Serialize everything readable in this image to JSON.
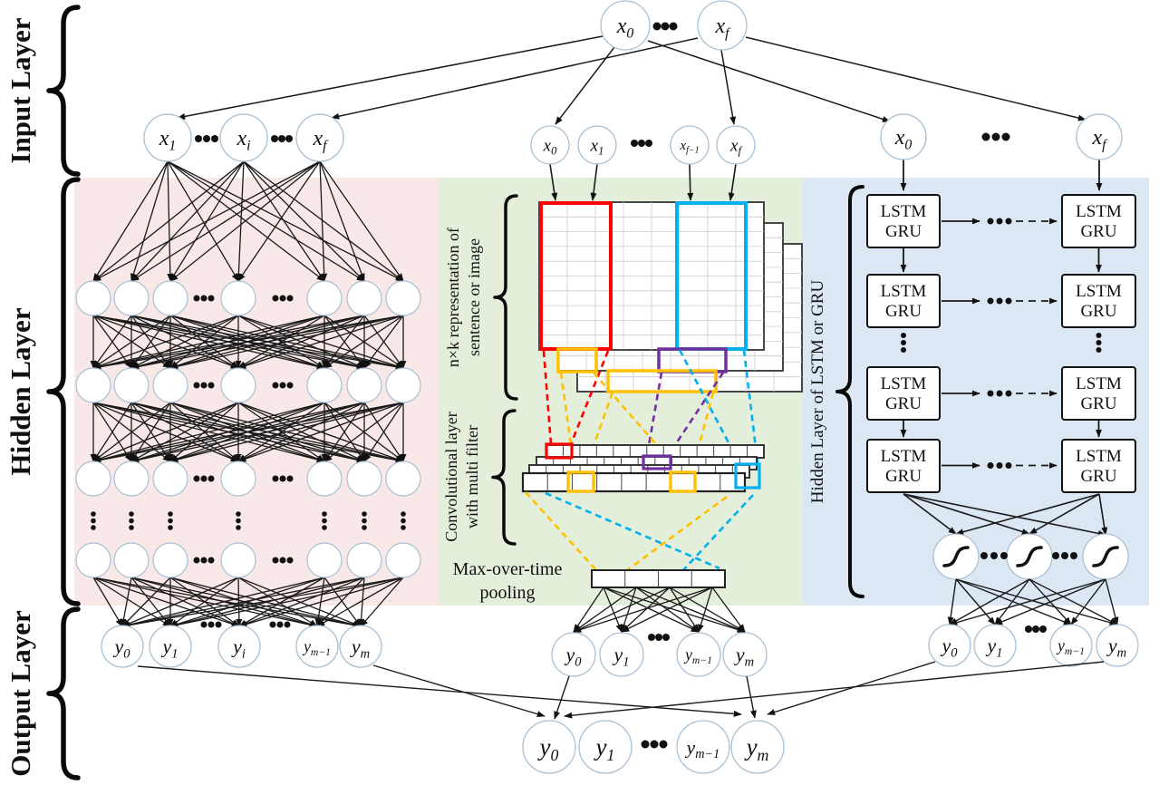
{
  "diagram": {
    "section_labels": {
      "input": "Input Layer",
      "hidden": "Hidden Layer",
      "output": "Output Layer"
    },
    "panel_labels": {
      "nxk_line1": "n×k representation of",
      "nxk_line2": "sentence or image",
      "conv_line1": "Convolutional layer",
      "conv_line2": "with multi filter",
      "pooling_line1": "Max-over-time",
      "pooling_line2": "pooling",
      "rnn": "Hidden Layer of LSTM or GRU"
    },
    "rnn_cell": {
      "line1": "LSTM",
      "line2": "GRU"
    },
    "colors": {
      "mlp_bg": "#f8e8e8",
      "cnn_bg": "#e3efdb",
      "rnn_bg": "#dbe7f3",
      "filter_red": "#ff0000",
      "filter_orange": "#ffc000",
      "filter_purple": "#7030a0",
      "filter_cyan": "#00b0f0",
      "line": "#1a1a1a",
      "node_stroke": "#a9c0d3",
      "grid": "#cccccc"
    },
    "nodes": {
      "top_inputs": [
        {
          "b": "x",
          "s": "0"
        },
        {
          "dots": true
        },
        {
          "b": "x",
          "s": "f"
        }
      ],
      "mlp_inputs": [
        {
          "b": "x",
          "s": "1"
        },
        {
          "dots": true
        },
        {
          "b": "x",
          "s": "i"
        },
        {
          "dots": true
        },
        {
          "b": "x",
          "s": "f"
        }
      ],
      "cnn_inputs": [
        {
          "b": "x",
          "s": "0"
        },
        {
          "b": "x",
          "s": "1"
        },
        {
          "dots": true
        },
        {
          "b": "x",
          "s": "f−1"
        },
        {
          "b": "x",
          "s": "f"
        }
      ],
      "rnn_inputs": [
        {
          "b": "x",
          "s": "0"
        },
        {
          "dots": true
        },
        {
          "b": "x",
          "s": "f"
        }
      ],
      "mlp_outputs": [
        {
          "b": "y",
          "s": "0"
        },
        {
          "b": "y",
          "s": "1"
        },
        {
          "dots": true
        },
        {
          "b": "y",
          "s": "i"
        },
        {
          "dots": true
        },
        {
          "b": "y",
          "s": "m−1"
        },
        {
          "b": "y",
          "s": "m"
        }
      ],
      "cnn_outputs": [
        {
          "b": "y",
          "s": "0"
        },
        {
          "b": "y",
          "s": "1"
        },
        {
          "dots": true
        },
        {
          "b": "y",
          "s": "m−1"
        },
        {
          "b": "y",
          "s": "m"
        }
      ],
      "rnn_outputs": [
        {
          "b": "y",
          "s": "0"
        },
        {
          "b": "y",
          "s": "1"
        },
        {
          "dots": true
        },
        {
          "b": "y",
          "s": "m−1"
        },
        {
          "b": "y",
          "s": "m"
        }
      ],
      "final_outputs": [
        {
          "b": "y",
          "s": "0"
        },
        {
          "b": "y",
          "s": "1"
        },
        {
          "dots": true
        },
        {
          "b": "y",
          "s": "m−1"
        },
        {
          "b": "y",
          "s": "m"
        }
      ]
    }
  }
}
